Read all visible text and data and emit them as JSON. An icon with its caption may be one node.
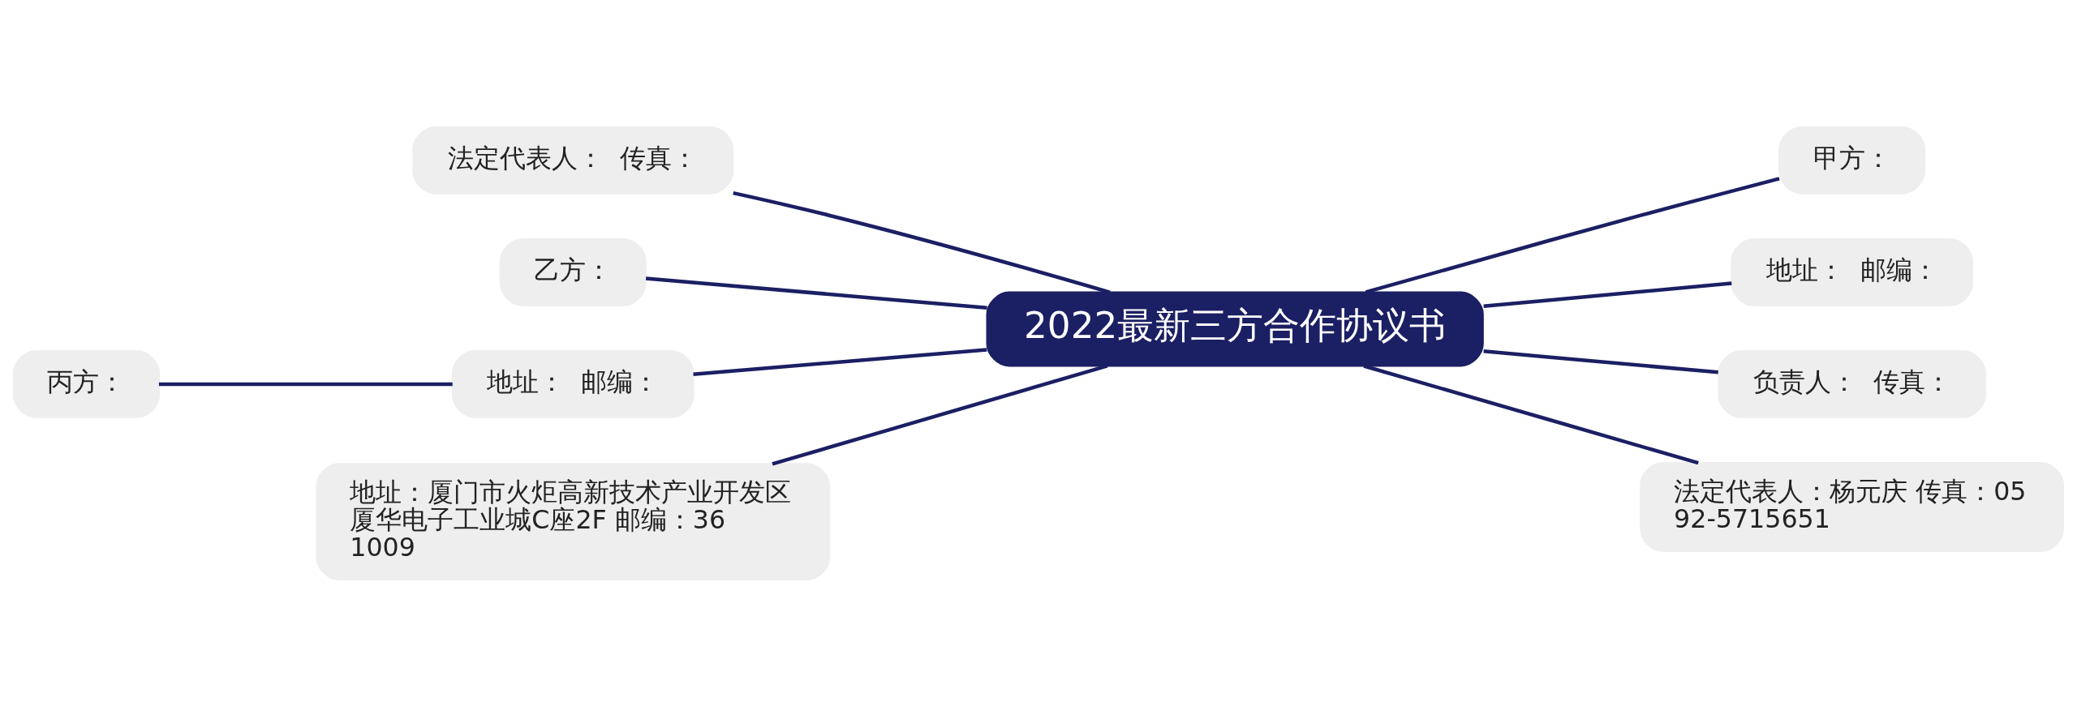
{
  "diagram": {
    "nodes": [
      {
        "text": [
          "2022最新三方合作协议书"
        ]
      },
      {
        "text": [
          "甲方："
        ]
      },
      {
        "text": [
          "地址：  邮编："
        ]
      },
      {
        "text": [
          "负责人：  传真："
        ]
      },
      {
        "text": [
          "法定代表人：杨元庆 传真：0592-5715651"
        ]
      },
      {
        "text": [
          "法定代表人：  传真："
        ]
      },
      {
        "text": [
          "乙方："
        ]
      },
      {
        "text": [
          "地址：  邮编："
        ]
      },
      {
        "text": [
          "丙方："
        ]
      },
      {
        "text": [
          "地址：厦门市火炬高新技术产业开发区厦华电子工业城C座2F 邮编：361009"
        ]
      }
    ],
    "edges": [
      {
        "from": 0,
        "to": 1,
        "arrow": "none"
      },
      {
        "from": 0,
        "to": 2,
        "arrow": "none"
      },
      {
        "from": 0,
        "to": 3,
        "arrow": "none"
      },
      {
        "from": 0,
        "to": 4,
        "arrow": "none"
      },
      {
        "from": 0,
        "to": 5,
        "arrow": "none"
      },
      {
        "from": 0,
        "to": 6,
        "arrow": "none"
      },
      {
        "from": 0,
        "to": 7,
        "arrow": "none"
      },
      {
        "from": 7,
        "to": 8,
        "arrow": "none"
      },
      {
        "from": 0,
        "to": 9,
        "arrow": "none"
      }
    ]
  }
}
